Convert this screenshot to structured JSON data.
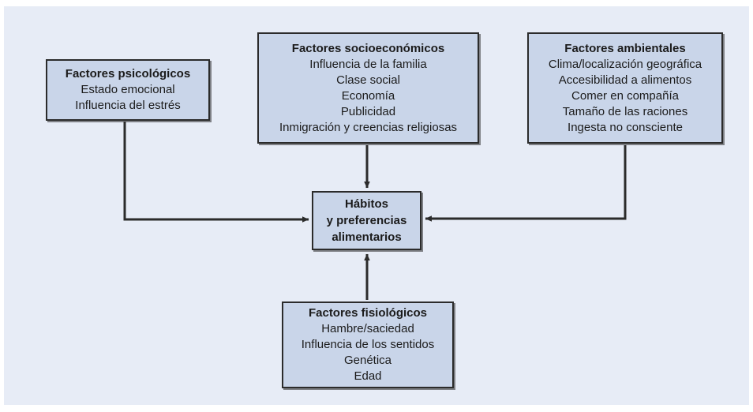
{
  "figure": {
    "type": "flow-diagram",
    "language": "es",
    "background_color": "#e7ecf6",
    "node_fill_color": "#c9d5e9",
    "node_border_color": "#2b2b2b",
    "connector_color": "#2b2b2b"
  },
  "nodes": {
    "psicologicos": {
      "title": "Factores psicológicos",
      "items": [
        "Estado emocional",
        "Influencia del estrés"
      ]
    },
    "socioeconomicos": {
      "title": "Factores socioeconómicos",
      "items": [
        "Influencia de la familia",
        "Clase social",
        "Economía",
        "Publicidad",
        "Inmigración y creencias religiosas"
      ]
    },
    "ambientales": {
      "title": "Factores ambientales",
      "items": [
        "Clima/localización geográfica",
        "Accesibilidad a alimentos",
        "Comer en compañía",
        "Tamaño de las raciones",
        "Ingesta no consciente"
      ]
    },
    "central": {
      "lines": [
        "Hábitos",
        "y preferencias",
        "alimentarios"
      ]
    },
    "fisiologicos": {
      "title": "Factores fisiológicos",
      "items": [
        "Hambre/saciedad",
        "Influencia de los sentidos",
        "Genética",
        "Edad"
      ]
    }
  },
  "connectors": [
    {
      "name": "psicologicos-to-central",
      "from": "psicologicos",
      "to": "central",
      "direction": "left-to-right"
    },
    {
      "name": "socioeconomicos-to-central",
      "from": "socioeconomicos",
      "to": "central",
      "direction": "top-to-bottom"
    },
    {
      "name": "ambientales-to-central",
      "from": "ambientales",
      "to": "central",
      "direction": "right-to-left"
    },
    {
      "name": "fisiologicos-to-central",
      "from": "fisiologicos",
      "to": "central",
      "direction": "bottom-to-top"
    }
  ]
}
